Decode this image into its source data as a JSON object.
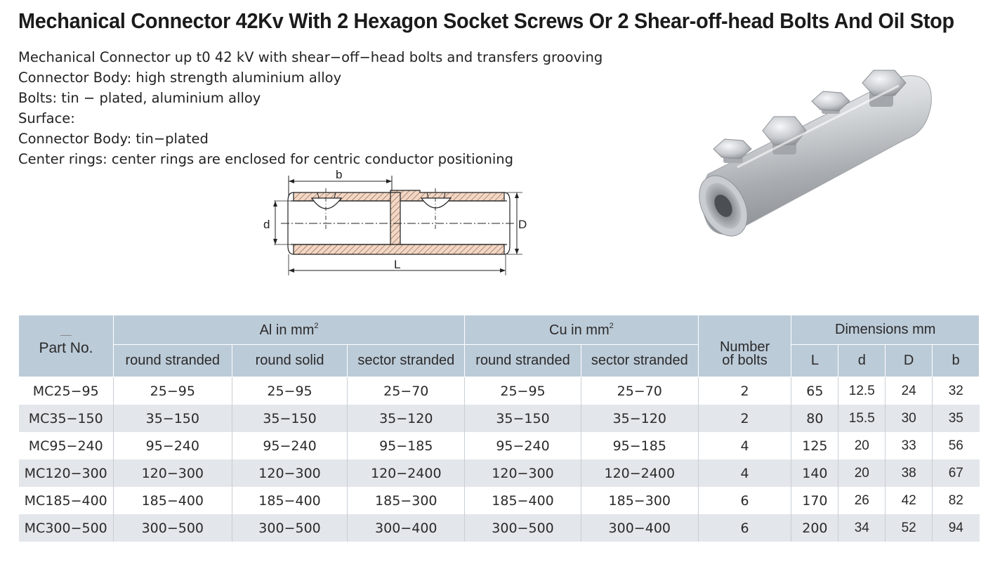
{
  "title": "Mechanical Connector 42Kv With 2 Hexagon Socket Screws Or 2 Shear-off-head Bolts And Oil Stop",
  "description": [
    "Mechanical Connector up t0 42 kV with shear−off−head bolts and transfers grooving",
    "Connector Body: high strength aluminium alloy",
    "Bolts: tin − plated, aluminium alloy",
    "Surface:",
    "Connector Body: tin−plated",
    "Center rings: center rings are enclosed for centric conductor positioning"
  ],
  "diagram": {
    "labels": {
      "b": "b",
      "d": "d",
      "D": "D",
      "L": "L"
    }
  },
  "table": {
    "header": {
      "part_no": "Part No.",
      "al_group": "Al in mm",
      "al_sup": "2",
      "cu_group": "Cu in mm",
      "cu_sup": "2",
      "bolts_line1": "Number",
      "bolts_line2": "of bolts",
      "dims_group": "Dimensions mm",
      "al_cols": [
        "round stranded",
        "round solid",
        "sector stranded"
      ],
      "cu_cols": [
        "round stranded",
        "sector stranded"
      ],
      "dim_cols": [
        "L",
        "d",
        "D",
        "b"
      ]
    },
    "rows": [
      [
        "MC25−95",
        "25−95",
        "25−95",
        "25−70",
        "25−95",
        "25−70",
        "2",
        "65",
        "12.5",
        "24",
        "32"
      ],
      [
        "MC35−150",
        "35−150",
        "35−150",
        "35−120",
        "35−150",
        "35−120",
        "2",
        "80",
        "15.5",
        "30",
        "35"
      ],
      [
        "MC95−240",
        "95−240",
        "95−240",
        "95−185",
        "95−240",
        "95−185",
        "4",
        "125",
        "20",
        "33",
        "56"
      ],
      [
        "MC120−300",
        "120−300",
        "120−300",
        "120−2400",
        "120−300",
        "120−2400",
        "4",
        "140",
        "20",
        "38",
        "67"
      ],
      [
        "MC185−400",
        "185−400",
        "185−400",
        "185−300",
        "185−400",
        "185−300",
        "6",
        "170",
        "26",
        "42",
        "82"
      ],
      [
        "MC300−500",
        "300−500",
        "300−500",
        "300−400",
        "300−500",
        "300−400",
        "6",
        "200",
        "34",
        "52",
        "94"
      ]
    ]
  },
  "colors": {
    "header_bg": "#bccbd8",
    "alt_row_bg": "#e3e6ea",
    "hatch": "#e0a080"
  }
}
